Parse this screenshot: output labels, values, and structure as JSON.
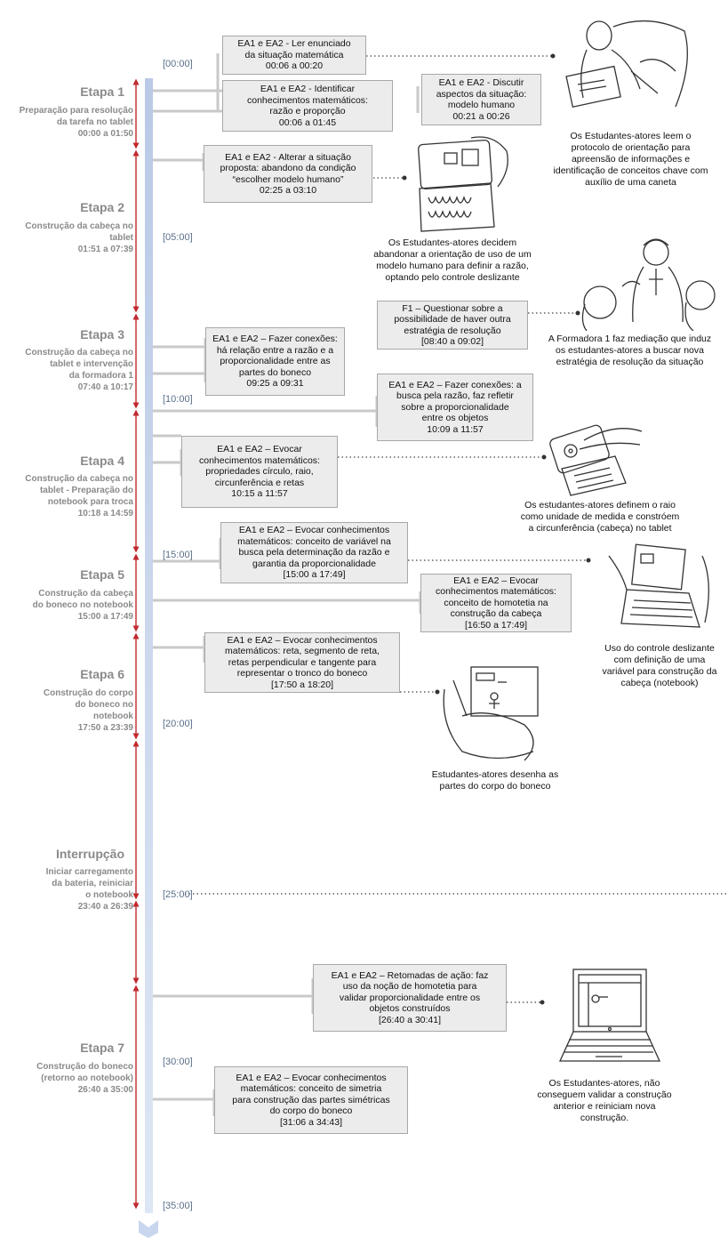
{
  "stages": [
    {
      "title": "Etapa 1",
      "description": "Preparação para resolução\nda tarefa no tablet\n00:00 a 01:50"
    },
    {
      "title": "Etapa 2",
      "description": "Construção da cabeça no\ntablet\n01:51 a 07:39"
    },
    {
      "title": "Etapa 3",
      "description": "Construção da cabeça no\ntablet e  intervenção\nda formadora 1\n07:40 a 10:17"
    },
    {
      "title": "Etapa 4",
      "description": "Construção da cabeça no\ntablet - Preparação do\nnotebook para troca\n10:18 a 14:59"
    },
    {
      "title": "Etapa 5",
      "description": "Construção da cabeça\ndo boneco no notebook\n15:00 a 17:49"
    },
    {
      "title": "Etapa 6",
      "description": "Construção do corpo\ndo boneco no\nnotebook\n17:50 a 23:39"
    },
    {
      "title": "Interrupção",
      "description": "Iniciar carregamento\nda bateria, reiniciar\no notebook\n23:40 a 26:39"
    },
    {
      "title": "Etapa 7",
      "description": "Construção do boneco\n(retorno ao notebook)\n26:40 a 35:00"
    }
  ],
  "time_labels": [
    "[00:00]",
    "[05:00]",
    "[10:00]",
    "[15:00]",
    "[20:00]",
    "[25:00]",
    "[30:00]",
    "[35:00]"
  ],
  "actions": [
    "EA1 e EA2 - Ler enunciado\nda situação matemática\n00:06 a 00:20",
    "EA1 e EA2 - Identificar\nconhecimentos matemáticos:\nrazão e proporção\n00:06 a 01:45",
    "EA1 e EA2 -  Discutir\naspectos da situação:\nmodelo humano\n00:21 a 00:26",
    "EA1 e EA2 - Alterar a situação\nproposta: abandono da condição\n“escolher modelo humano”\n02:25 a 03:10",
    "F1 – Questionar sobre a\npossibilidade de haver outra\nestratégia de resolução\n[08:40 a 09:02]",
    "EA1 e EA2 – Fazer conexões:\nhá relação entre a razão e a\nproporcionalidade entre as\npartes do boneco\n09:25 a 09:31",
    "EA1 e EA2 – Fazer conexões: a\nbusca pela razão, faz refletir\nsobre a proporcionalidade\nentre os objetos\n10:09 a 11:57",
    "EA1 e EA2 –  Evocar\nconhecimentos matemáticos:\npropriedades círculo, raio,\ncircunferência e retas\n10:15 a 11:57",
    "EA1 e EA2 –  Evocar conhecimentos\nmatemáticos:  conceito de variável na\nbusca pela determinação da razão e\ngarantia da proporcionalidade\n[15:00 a 17:49]",
    "EA1 e EA2 –  Evocar\nconhecimentos matemáticos:\nconceito de homotetia na\nconstrução da cabeça\n[16:50 a 17:49]",
    "EA1 e EA2 –  Evocar conhecimentos\nmatemáticos: reta, segmento de reta,\nretas perpendicular e tangente para\nrepresentar o tronco do boneco\n[17:50 a 18:20]",
    "EA1 e EA2 – Retomadas de ação: faz\nuso da noção de homotetia para\nvalidar proporcionalidade entre os\nobjetos construídos\n[26:40 a 30:41]",
    "EA1 e EA2 –  Evocar conhecimentos\nmatemáticos: conceito de simetria\npara construção das partes simétricas\ndo corpo do boneco\n[31:06 a 34:43]"
  ],
  "captions": [
    "Os Estudantes-atores leem o\nprotocolo de orientação para\napreensão de informações e\nidentificação de conceitos chave com\nauxílio de uma caneta",
    "Os Estudantes-atores decidem\nabandonar a orientação de uso de um\nmodelo humano para definir a razão,\noptando pelo controle deslizante",
    "A Formadora 1 faz mediação que induz\nos estudantes-atores a buscar nova\nestratégia de resolução da situação",
    "Os estudantes-atores definem o raio\ncomo unidade de medida e constróem\na circunferência (cabeça) no tablet",
    "Uso do controle deslizante\ncom definição de uma\nvariável para construção da\ncabeça (notebook)",
    "Estudantes-atores desenha as\npartes do corpo do boneco",
    "Os Estudantes-atores, não\nconseguem validar a construção\nanterior e reiniciam nova\nconstrução."
  ],
  "colors": {
    "timeline": "#c8d6ee",
    "arrows": "#c0282d",
    "box_fill": "#ececec",
    "box_border": "#a8a8a8",
    "muted_text": "#8a8a8a",
    "time_text": "#5a6f8a"
  },
  "icons": [
    "students-reading-sketch",
    "tablet-hand-sketch",
    "teacher-students-sketch",
    "tablet-draw-sketch",
    "notebook-hands-sketch",
    "notebook-drawing-sketch",
    "laptop-sketch"
  ]
}
